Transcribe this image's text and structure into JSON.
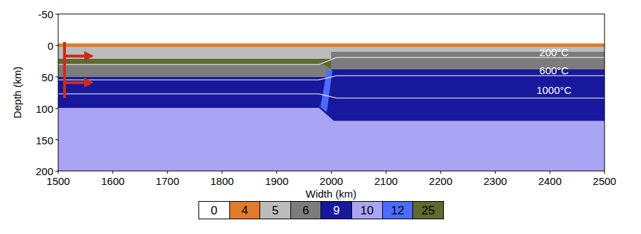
{
  "diagram": {
    "labels": [
      "-50",
      "0",
      "50",
      "100",
      "150",
      "200",
      "1500",
      "1600",
      "1700",
      "1800",
      "1900",
      "2000",
      "2100",
      "2200",
      "2300",
      "2400",
      "2500",
      "Depth (km)",
      "Width (km)",
      "200°C",
      "600°C",
      "1000°C"
    ],
    "legend": [
      {
        "text": "0",
        "color": "#ffffff"
      },
      {
        "text": "4",
        "color": "#e07a2c"
      },
      {
        "text": "5",
        "color": "#bcbcbc"
      },
      {
        "text": "6",
        "color": "#7c7c7c"
      },
      {
        "text": "9",
        "color": "#18189c"
      },
      {
        "text": "10",
        "color": "#aaa4f4"
      },
      {
        "text": "12",
        "color": "#4d6cff"
      },
      {
        "text": "25",
        "color": "#5e6a2e"
      }
    ]
  }
}
